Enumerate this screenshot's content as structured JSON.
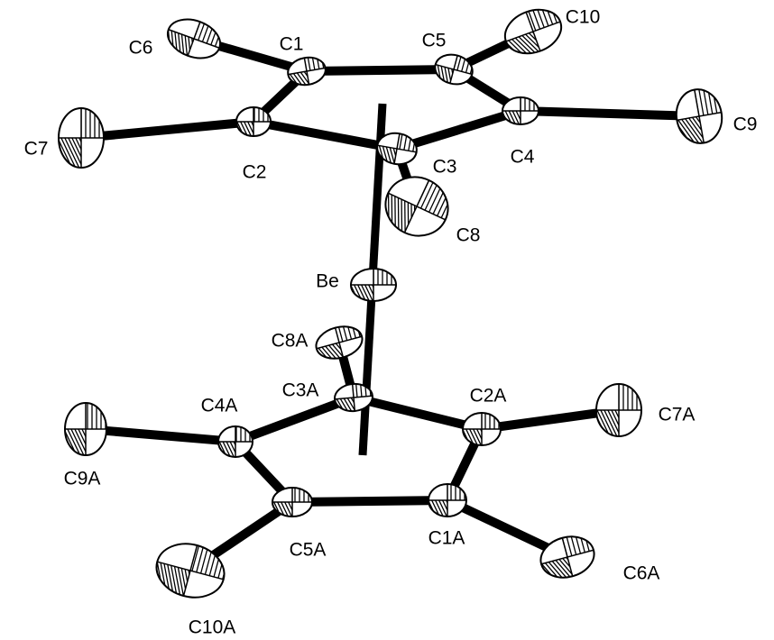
{
  "figure": {
    "atoms": [
      {
        "id": "C1",
        "label": "C1"
      },
      {
        "id": "C2",
        "label": "C2"
      },
      {
        "id": "C3",
        "label": "C3"
      },
      {
        "id": "C4",
        "label": "C4"
      },
      {
        "id": "C5",
        "label": "C5"
      },
      {
        "id": "C6",
        "label": "C6"
      },
      {
        "id": "C7",
        "label": "C7"
      },
      {
        "id": "C8",
        "label": "C8"
      },
      {
        "id": "C9",
        "label": "C9"
      },
      {
        "id": "C10",
        "label": "C10"
      },
      {
        "id": "Be",
        "label": "Be"
      },
      {
        "id": "C1A",
        "label": "C1A"
      },
      {
        "id": "C2A",
        "label": "C2A"
      },
      {
        "id": "C3A",
        "label": "C3A"
      },
      {
        "id": "C4A",
        "label": "C4A"
      },
      {
        "id": "C5A",
        "label": "C5A"
      },
      {
        "id": "C6A",
        "label": "C6A"
      },
      {
        "id": "C7A",
        "label": "C7A"
      },
      {
        "id": "C8A",
        "label": "C8A"
      },
      {
        "id": "C9A",
        "label": "C9A"
      },
      {
        "id": "C10A",
        "label": "C10A"
      }
    ],
    "bonds": [
      [
        "C1",
        "C2"
      ],
      [
        "C1",
        "C5"
      ],
      [
        "C2",
        "C3"
      ],
      [
        "C3",
        "C4"
      ],
      [
        "C4",
        "C5"
      ],
      [
        "C1",
        "C6"
      ],
      [
        "C2",
        "C7"
      ],
      [
        "C3",
        "C8"
      ],
      [
        "C4",
        "C9"
      ],
      [
        "C5",
        "C10"
      ],
      [
        "C1A",
        "C2A"
      ],
      [
        "C1A",
        "C5A"
      ],
      [
        "C2A",
        "C3A"
      ],
      [
        "C3A",
        "C4A"
      ],
      [
        "C4A",
        "C5A"
      ],
      [
        "C1A",
        "C6A"
      ],
      [
        "C2A",
        "C7A"
      ],
      [
        "C3A",
        "C8A"
      ],
      [
        "C4A",
        "C9A"
      ],
      [
        "C5A",
        "C10A"
      ]
    ]
  }
}
